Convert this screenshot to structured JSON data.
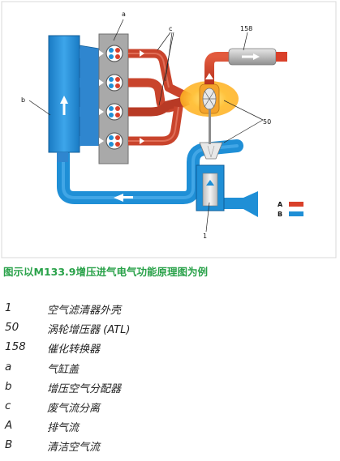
{
  "diagram": {
    "labels": {
      "a": "a",
      "b": "b",
      "c": "c",
      "n158": "158",
      "n50": "50",
      "n1": "1",
      "legend_a": "A",
      "legend_b": "B"
    },
    "colors": {
      "exhaust": "#d9402a",
      "intake": "#1f8fd6",
      "distributor": "#2f86cf",
      "cylinder_head": "#a9a9a9",
      "turbo_glow": "#ffc23d",
      "catalyst": "#c8c8c8"
    }
  },
  "caption": "图示以M133.9增压进气电气功能原理图为例",
  "legend": [
    {
      "key": "1",
      "text": "空气滤清器外壳"
    },
    {
      "key": "50",
      "text": "涡轮增压器 (ATL)"
    },
    {
      "key": "158",
      "text": "催化转换器"
    },
    {
      "key": "a",
      "text": "气缸盖"
    },
    {
      "key": "b",
      "text": "增压空气分配器"
    },
    {
      "key": "c",
      "text": "废气流分离"
    },
    {
      "key": "A",
      "text": "排气流"
    },
    {
      "key": "B",
      "text": "清洁空气流"
    }
  ]
}
